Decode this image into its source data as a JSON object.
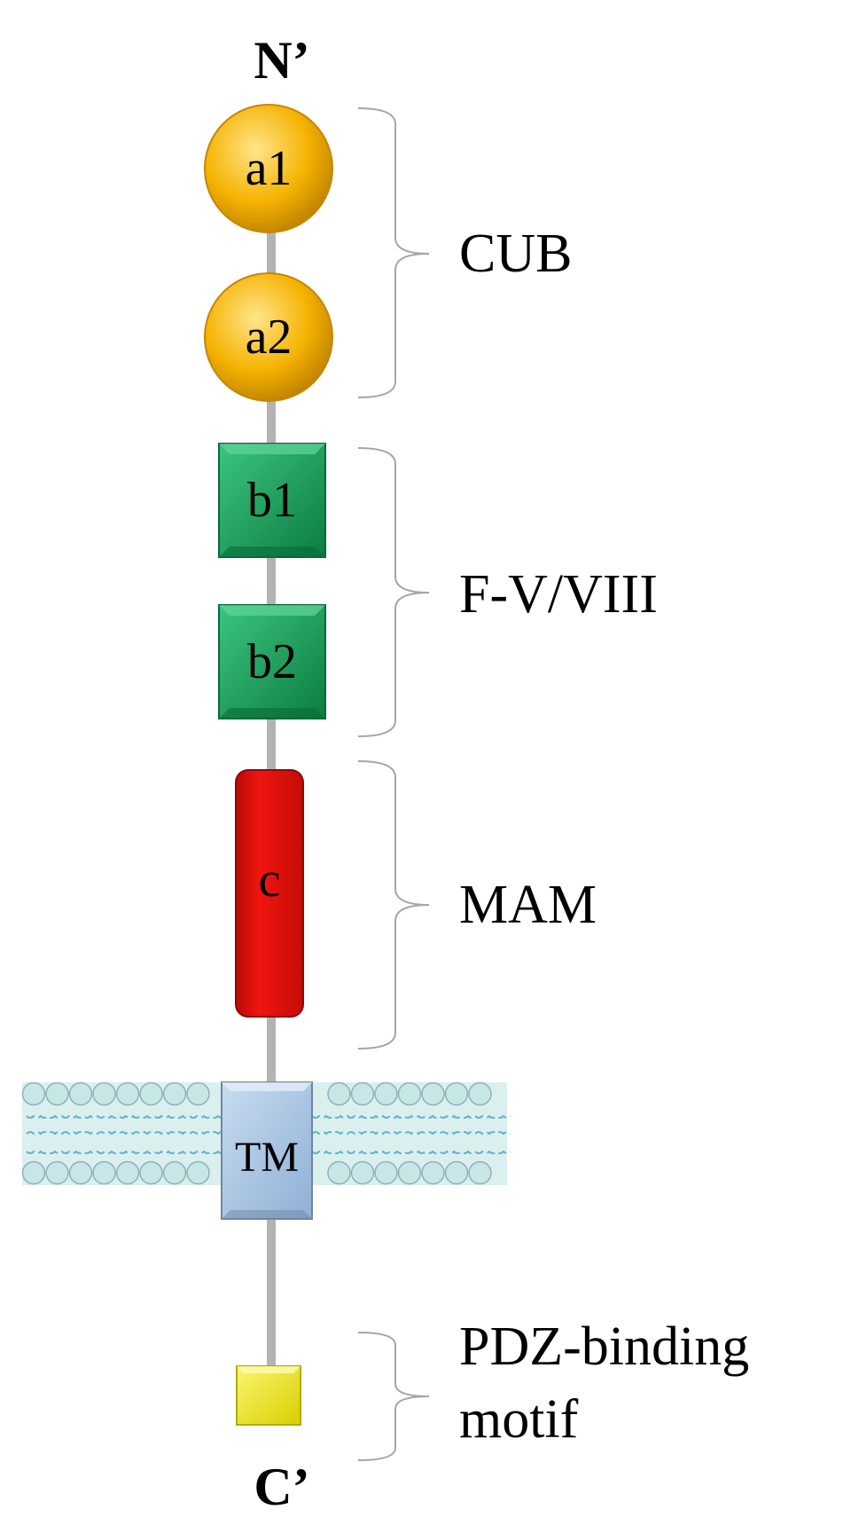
{
  "termini": {
    "n": "N’",
    "c": "C’"
  },
  "domains": [
    {
      "id": "a1",
      "label": "a1",
      "shape": "sphere",
      "color": "#f5b301"
    },
    {
      "id": "a2",
      "label": "a2",
      "shape": "sphere",
      "color": "#f5b301"
    },
    {
      "id": "b1",
      "label": "b1",
      "shape": "square",
      "color": "#11a35a"
    },
    {
      "id": "b2",
      "label": "b2",
      "shape": "square",
      "color": "#11a35a"
    },
    {
      "id": "c",
      "label": "c",
      "shape": "capsule",
      "color": "#e8100c"
    },
    {
      "id": "tm",
      "label": "TM",
      "shape": "square",
      "color": "#a9c8e8"
    },
    {
      "id": "pdz",
      "label": "",
      "shape": "square",
      "color": "#f2ea12"
    }
  ],
  "groups": [
    {
      "id": "cub",
      "lines": [
        "CUB"
      ]
    },
    {
      "id": "fv",
      "lines": [
        "F-V/VIII"
      ]
    },
    {
      "id": "mam",
      "lines": [
        "MAM"
      ]
    },
    {
      "id": "pdz",
      "lines": [
        "PDZ-binding",
        "motif"
      ]
    }
  ],
  "colors": {
    "backbone": "#b3b3b3",
    "bracket": "#a6a6a6",
    "membrane_fill": "#dcefef",
    "lipid_head": "#c7e6e6",
    "lipid_stroke": "#8fb2bb",
    "lipid_tail": "#5fb6c9"
  }
}
